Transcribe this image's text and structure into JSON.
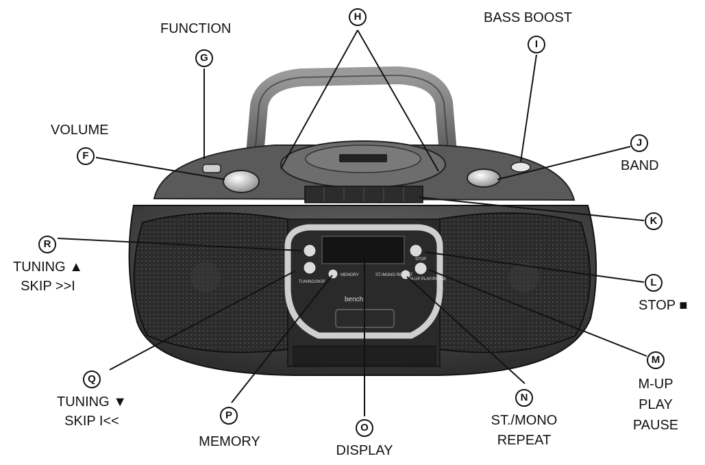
{
  "callouts": {
    "G": {
      "letter": "G",
      "lines": [
        "FUNCTION"
      ]
    },
    "H": {
      "letter": "H",
      "lines": []
    },
    "I": {
      "letter": "I",
      "lines": [
        "BASS BOOST"
      ]
    },
    "F": {
      "letter": "F",
      "lines": [
        "VOLUME"
      ]
    },
    "J": {
      "letter": "J",
      "lines": [
        "BAND"
      ]
    },
    "K": {
      "letter": "K",
      "lines": []
    },
    "R": {
      "letter": "R",
      "lines": [
        "TUNING ▲",
        "SKIP >>I"
      ]
    },
    "L": {
      "letter": "L",
      "lines": [
        "STOP ■"
      ]
    },
    "Q": {
      "letter": "Q",
      "lines": [
        "TUNING ▼",
        "SKIP I<<"
      ]
    },
    "M": {
      "letter": "M",
      "lines": [
        "M-UP",
        "PLAY",
        "PAUSE"
      ]
    },
    "N": {
      "letter": "N",
      "lines": [
        "ST./MONO",
        "REPEAT"
      ]
    },
    "P": {
      "letter": "P",
      "lines": [
        "MEMORY"
      ]
    },
    "O": {
      "letter": "O",
      "lines": [
        "DISPLAY"
      ]
    }
  },
  "device": {
    "brand": "bench",
    "button_labels": {
      "tuning_skip": "TUNING/SKIP",
      "memory": "MEMORY",
      "st_mono_repeat": "ST./MONO REPEAT",
      "stop": "STOP",
      "m_up_play_pause": "M-UP PLAY/PAUSE"
    }
  },
  "colors": {
    "line": "#111111",
    "body": "#3a3a3a",
    "speaker": "#2a2a2a",
    "display": "#1a1a1a",
    "chrome": "#d8d8d8"
  }
}
